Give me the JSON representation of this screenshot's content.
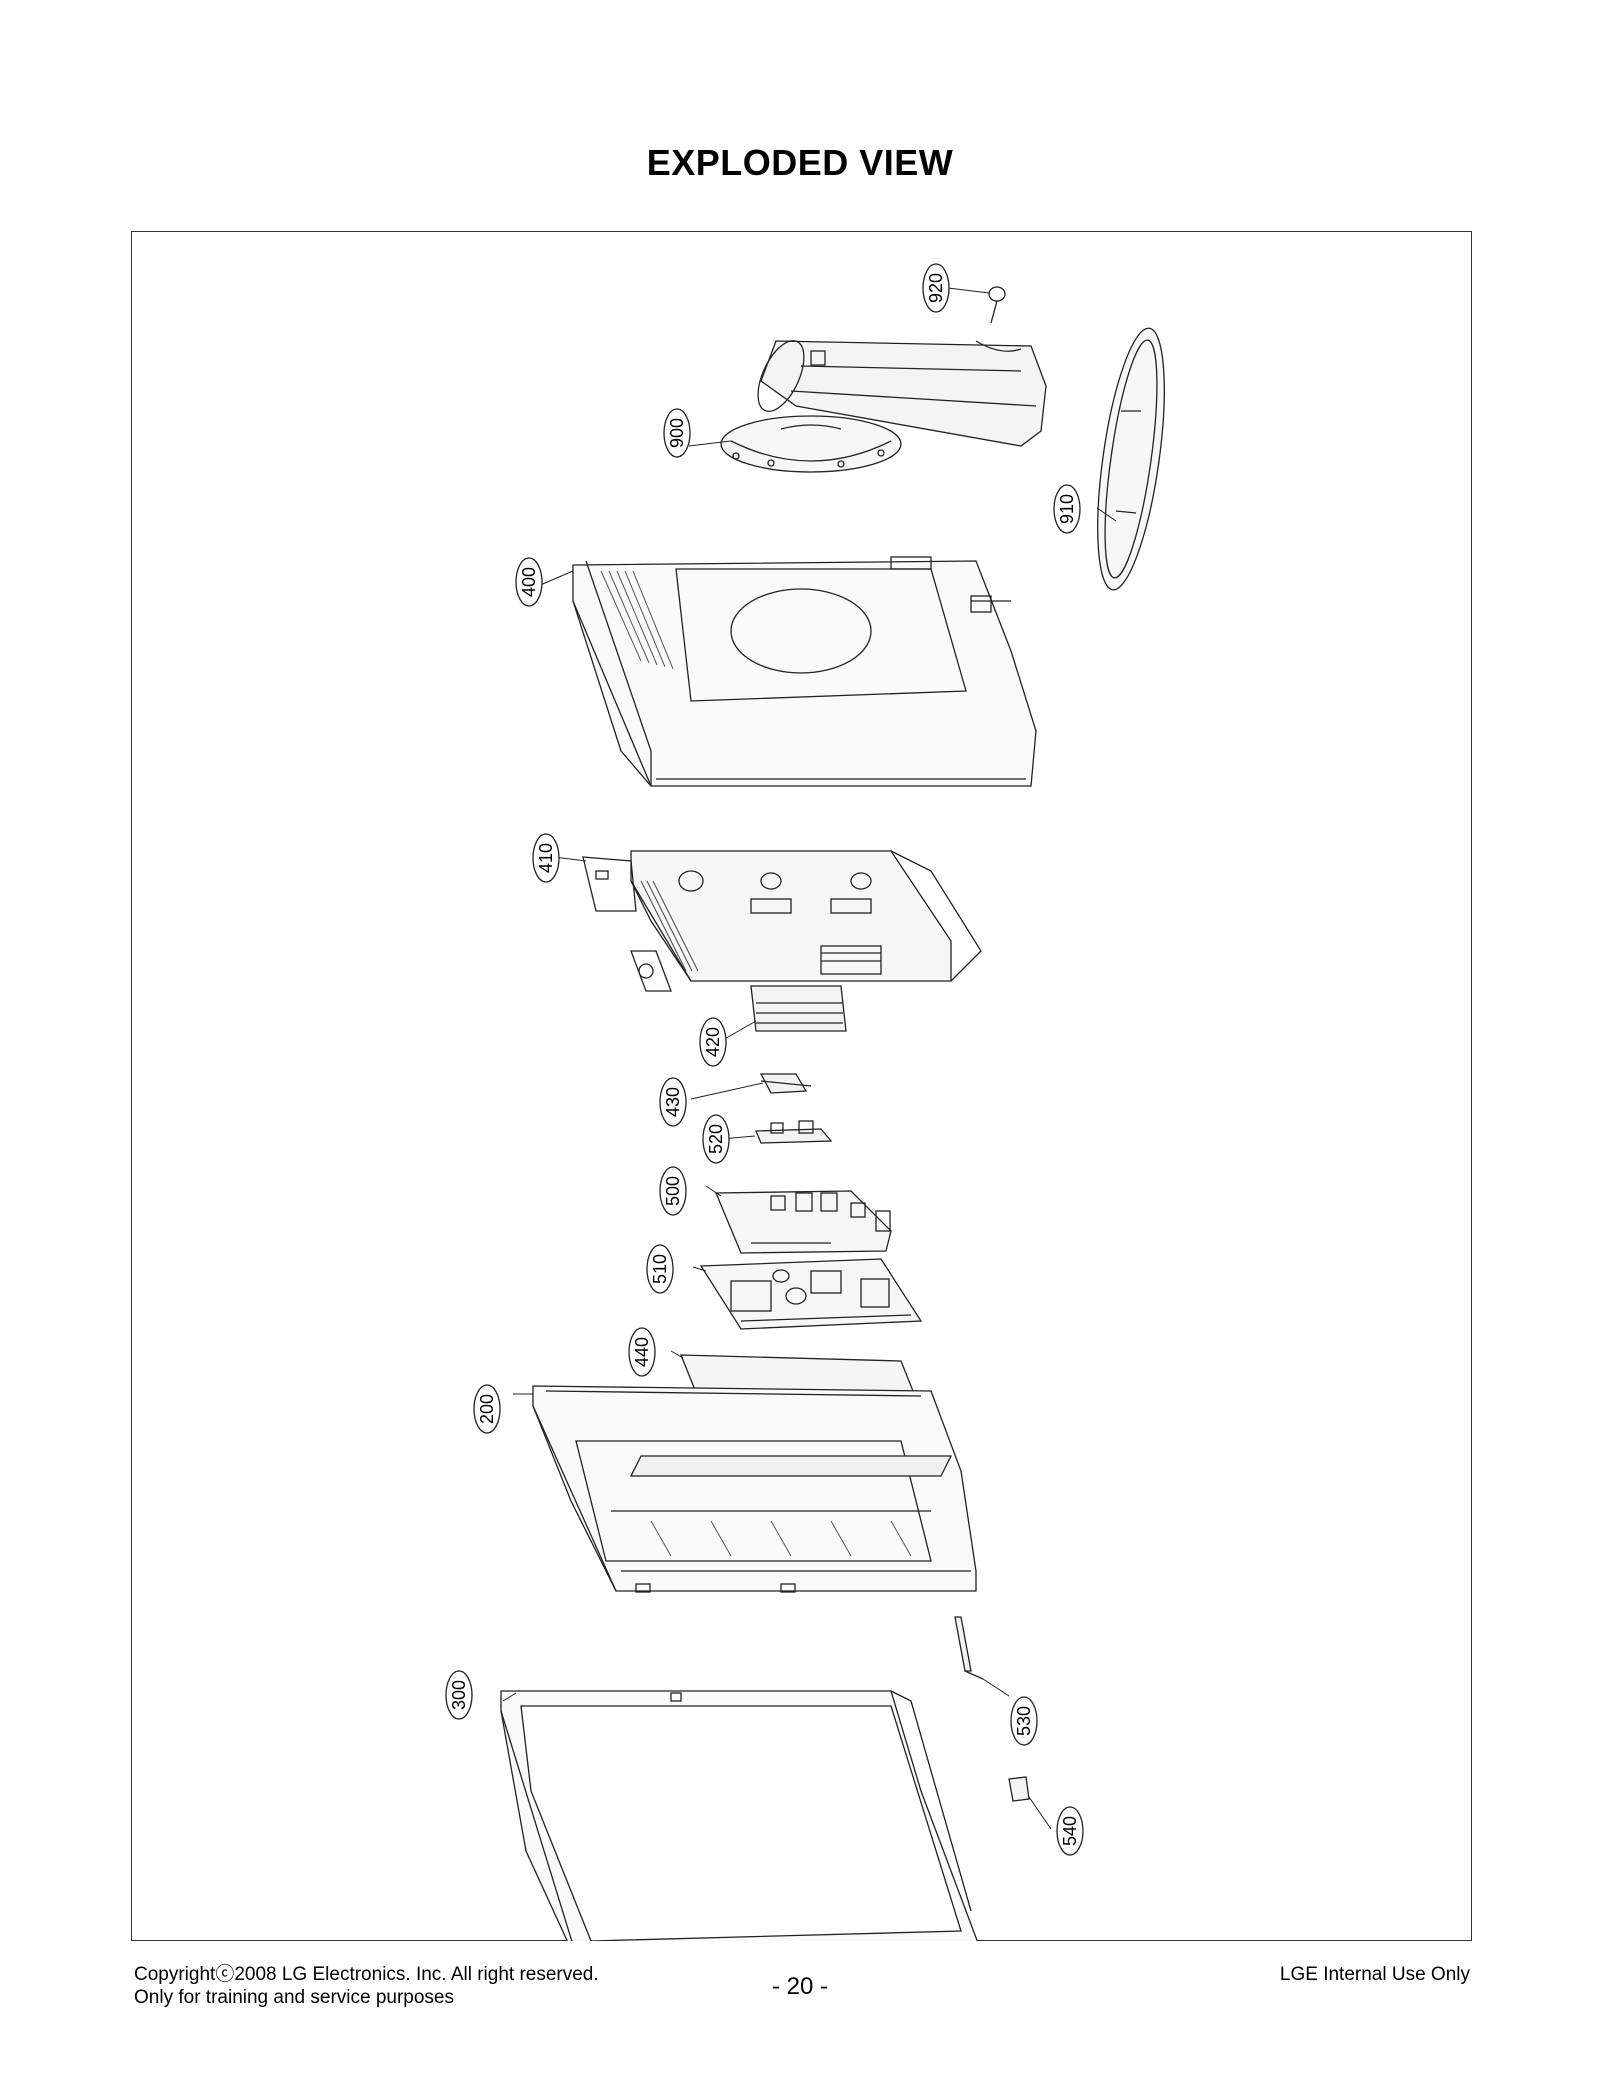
{
  "page_title": "EXPLODED VIEW",
  "callouts": [
    {
      "id": "c920",
      "label": "920"
    },
    {
      "id": "c900",
      "label": "900"
    },
    {
      "id": "c910",
      "label": "910"
    },
    {
      "id": "c400",
      "label": "400"
    },
    {
      "id": "c410",
      "label": "410"
    },
    {
      "id": "c420",
      "label": "420"
    },
    {
      "id": "c430",
      "label": "430"
    },
    {
      "id": "c520",
      "label": "520"
    },
    {
      "id": "c500",
      "label": "500"
    },
    {
      "id": "c510",
      "label": "510"
    },
    {
      "id": "c440",
      "label": "440"
    },
    {
      "id": "c200",
      "label": "200"
    },
    {
      "id": "c300",
      "label": "300"
    },
    {
      "id": "c530",
      "label": "530"
    },
    {
      "id": "c540",
      "label": "540"
    }
  ],
  "footer": {
    "copyright_line1": "Copyrightⓒ2008 LG Electronics. Inc. All right reserved.",
    "copyright_line2": "Only for training and service purposes",
    "page_number": "- 20 -",
    "internal_note": "LGE Internal Use Only"
  }
}
